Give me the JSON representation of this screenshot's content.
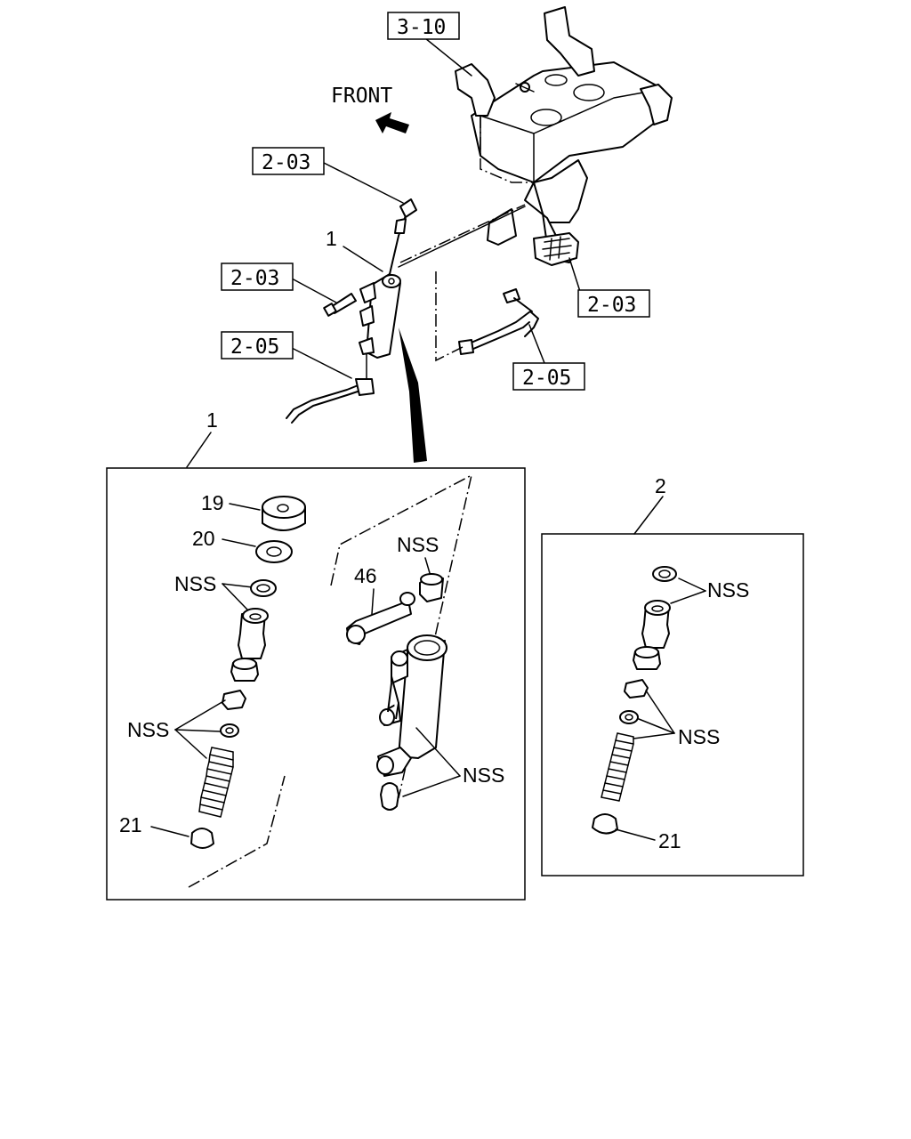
{
  "direction_label": "FRONT",
  "ref_labels": {
    "bracket": "3-10",
    "pipe_top": "2-03",
    "bolt": "2-03",
    "pedal": "2-03",
    "hose_left": "2-05",
    "hose_right": "2-05"
  },
  "callouts": {
    "cylinder_top": "1",
    "box1": "1",
    "box2": "2",
    "cap": "19",
    "washer": "20",
    "nss_box1_top": "NSS",
    "nss_box1_mid": "NSS",
    "nss_box1_right": "NSS",
    "nss_box1_reservoir": "NSS",
    "pipe_46": "46",
    "boot_box1": "21",
    "nss_box2_top": "NSS",
    "nss_box2_mid": "NSS",
    "boot_box2": "21"
  }
}
